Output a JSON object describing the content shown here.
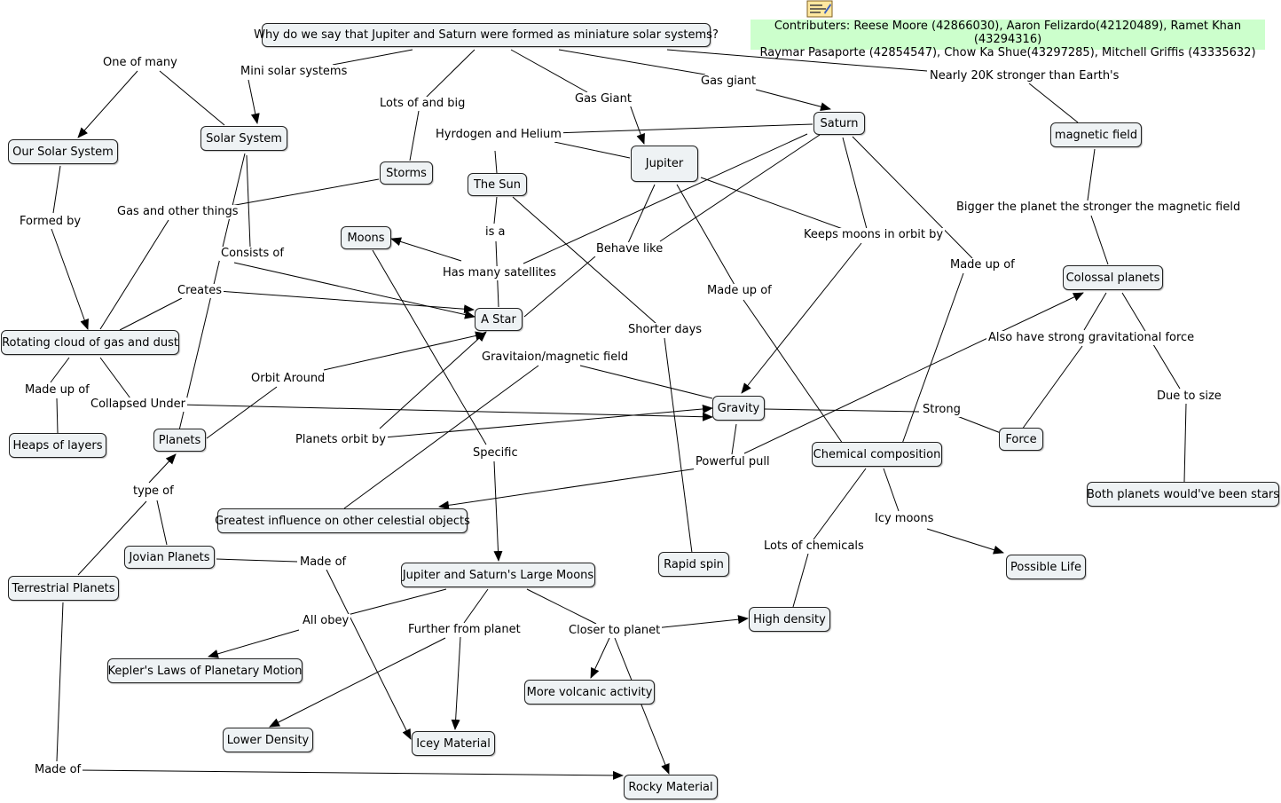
{
  "question": "Why do we say that Jupiter and Saturn were formed as miniature solar systems?",
  "contributors": {
    "line1": "Contributers: Reese Moore (42866030), Aaron Felizardo(42120489), Ramet Khan (43294316)",
    "line2": "Raymar Pasaporte (42854547), Chow Ka Shue(43297285), Mitchell Griffis (43335632)"
  },
  "icons": {
    "note": "note-icon"
  },
  "colors": {
    "node_fill": "#eef2f4",
    "contributors_bg": "#ccffcc",
    "line": "#000000"
  },
  "concepts": {
    "our_solar_system": "Our Solar System",
    "solar_system": "Solar System",
    "storms": "Storms",
    "the_sun": "The Sun",
    "jupiter": "Jupiter",
    "saturn": "Saturn",
    "magnetic_field": "magnetic field",
    "moons": "Moons",
    "a_star": "A Star",
    "colossal_planets": "Colossal planets",
    "rotating_cloud": "Rotating cloud of gas and dust",
    "heaps": "Heaps of layers",
    "planets": "Planets",
    "gravity": "Gravity",
    "force": "Force",
    "chem_comp": "Chemical composition",
    "both_planets": "Both planets would've been stars",
    "greatest_influence": "Greatest influence on other celestial objects",
    "jovian": "Jovian Planets",
    "terrestrial": "Terrestrial Planets",
    "large_moons": "Jupiter and Saturn's Large Moons",
    "rapid_spin": "Rapid spin",
    "possible_life": "Possible Life",
    "high_density": "High density",
    "keplers": "Kepler's Laws of Planetary Motion",
    "volcanic": "More volcanic activity",
    "lower_density": "Lower Density",
    "icey": "Icey Material",
    "rocky": "Rocky Material"
  },
  "link_labels": {
    "one_of_many": "One of many",
    "mini_solar": "Mini solar systems",
    "lots_big": "Lots of and big",
    "gas_giant_j": "Gas Giant",
    "gas_giant_s": "Gas giant",
    "nearly_20k": "Nearly 20K stronger than Earth's",
    "hydrogen": "Hyrdogen and Helium",
    "formed_by": "Formed by",
    "gas_other": "Gas and other things",
    "is_a": "is a",
    "bigger_planet": "Bigger the planet the stronger the magnetic field",
    "keeps_moons": "Keeps moons in orbit by",
    "consists_of": "Consists of",
    "behave_like": "Behave like",
    "made_up_of_s": "Made up of",
    "has_many_sat": "Has many satellites",
    "creates": "Creates",
    "made_up_of_j": "Made up of",
    "shorter_days": "Shorter days",
    "also_strong": "Also have strong gravitational force",
    "gravitaion": "Gravitaion/magnetic field",
    "orbit_around": "Orbit Around",
    "made_up_of_r": "Made up of",
    "due_to_size": "Due to size",
    "collapsed": "Collapsed Under",
    "strong": "Strong",
    "planets_orbit": "Planets orbit by",
    "specific": "Specific",
    "powerful_pull": "Powerful pull",
    "type_of": "type of",
    "icy_moons": "Icy moons",
    "lots_chem": "Lots of chemicals",
    "made_of_j": "Made of",
    "all_obey": "All obey",
    "further": "Further from planet",
    "closer": "Closer to planet",
    "made_of_t": "Made of"
  }
}
